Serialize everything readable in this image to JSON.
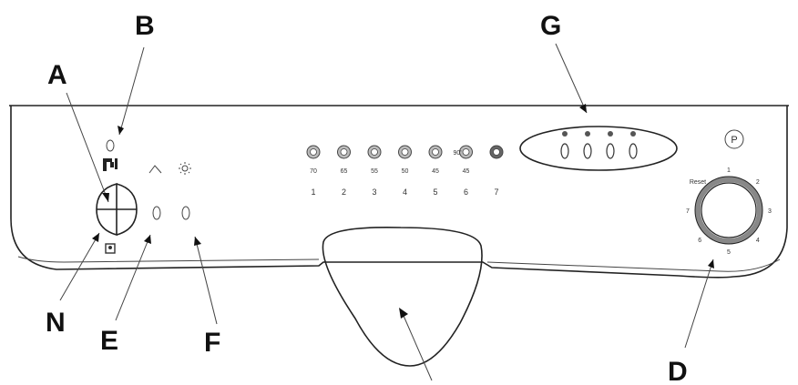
{
  "callouts": {
    "A": "A",
    "B": "B",
    "D": "D",
    "E": "E",
    "F": "F",
    "G": "G",
    "N": "N"
  },
  "programs": [
    {
      "temp": "70",
      "number": "1"
    },
    {
      "temp": "65",
      "number": "2"
    },
    {
      "temp": "55",
      "number": "3"
    },
    {
      "temp": "50",
      "number": "4"
    },
    {
      "temp": "45",
      "number": "5"
    },
    {
      "temp": "45",
      "number": "6"
    },
    {
      "temp": "",
      "number": "7"
    }
  ],
  "program_6_prefix": "90'",
  "dial": {
    "reset_label": "Reset",
    "numbers": [
      "1",
      "2",
      "3",
      "4",
      "5",
      "6",
      "7"
    ]
  },
  "icons": {
    "brand_logo": "P",
    "water_tap_icon": "tap-icon",
    "salt_icon": "salt-icon",
    "rinse_aid_icon": "rinse-aid-icon",
    "option_icons": [
      "half-load-icon",
      "eco-icon",
      "delay-icon",
      "extra-dry-icon"
    ]
  }
}
